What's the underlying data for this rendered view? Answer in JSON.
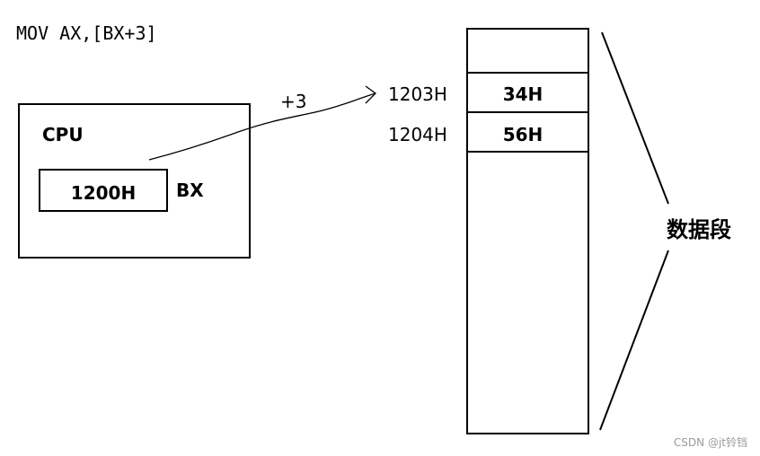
{
  "instruction": "MOV AX,[BX+3]",
  "cpu": {
    "label": "CPU",
    "register_value": "1200H",
    "register_name": "BX"
  },
  "offset_label": "+3",
  "memory": {
    "cells": [
      {
        "address": "1203H",
        "value": "34H"
      },
      {
        "address": "1204H",
        "value": "56H"
      }
    ]
  },
  "segment_label": "数据段",
  "watermark": "CSDN @jt铃铛"
}
